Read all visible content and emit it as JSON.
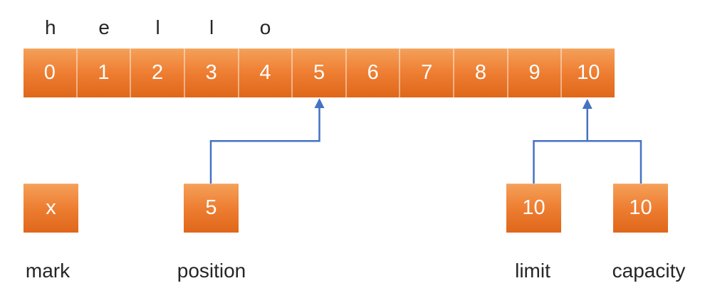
{
  "diagram": {
    "description": "buffer-structure-diagram",
    "buffer": {
      "letters": [
        "h",
        "e",
        "l",
        "l",
        "o",
        "",
        "",
        "",
        "",
        "",
        ""
      ],
      "indices": [
        "0",
        "1",
        "2",
        "3",
        "4",
        "5",
        "6",
        "7",
        "8",
        "9",
        "10"
      ]
    },
    "pointers": {
      "mark": {
        "value": "x",
        "label": "mark",
        "points_to": ""
      },
      "position": {
        "value": "5",
        "label": "position",
        "points_to": "5"
      },
      "limit": {
        "value": "10",
        "label": "limit",
        "points_to": "10"
      },
      "capacity": {
        "value": "10",
        "label": "capacity",
        "points_to": "10"
      }
    }
  },
  "colors": {
    "connector_blue": "#4472C4",
    "cell_top": "#F5A159",
    "cell_mid": "#ED7D31",
    "cell_bottom": "#DF671A",
    "label_text": "#262626",
    "cell_text": "#FFFFFF",
    "canvas_bg": "#FFFFFF"
  }
}
